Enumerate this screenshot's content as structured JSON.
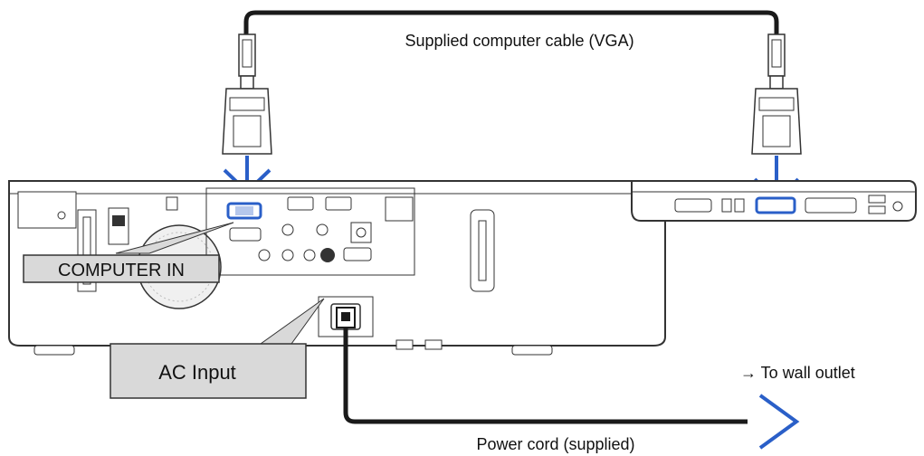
{
  "labels": {
    "cable": "Supplied computer cable (VGA)",
    "computer_in": "COMPUTER IN",
    "ac_input": "AC Input",
    "wall_outlet": "→ To wall outlet",
    "power_cord": "Power cord (supplied)"
  },
  "colors": {
    "cable": "#1a1a1a",
    "arrow": "#2a5fc8",
    "port_highlight": "#2a5fc8",
    "callout_fill": "#d9d9d9",
    "projector_body": "#ffffff",
    "outline": "#333333"
  },
  "icons": [
    "vga-connector-icon",
    "power-plug-icon",
    "arrow-down-icon",
    "arrow-right-icon"
  ]
}
